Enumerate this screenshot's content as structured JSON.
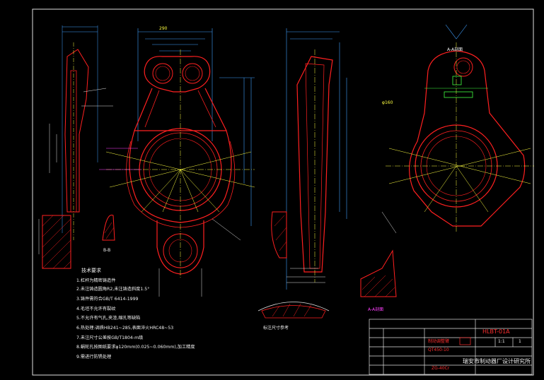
{
  "notes": {
    "title": "技术要求",
    "items": [
      "1.杠杆为精密铸造件",
      "2.未注铸造圆角R2,未注铸造斜度1.5°",
      "3.铸件需符合GB/T 6414-1999",
      "4.毛坯不允许有裂纹",
      "5.不允许有气孔,夹渣,缩孔等缺陷",
      "6.热处理:调质HB241~285,表面淬火HRC48~53",
      "7.未注尺寸公差按GB/T1804-m级",
      "8.蜗轮孔按图纸要求φ120mm(0.025~0.060mm),加工精度",
      "9.需进行防锈处理"
    ]
  },
  "labels": {
    "section_bb": "B-B",
    "section_aa": "A-A剖面",
    "section_aa2": "A-A剖面",
    "view_note": "标注尺寸参考",
    "dim_top": "290",
    "dim_right": "φ160"
  },
  "titleblock": {
    "drawing_no": "HLBT-01A",
    "part_name": "制动调整臂",
    "spec": "QT450-10",
    "material": "ZG-40Cr",
    "company": "瑞安市制动器厂设计研究所",
    "scale": "1:1",
    "sheet": "1"
  }
}
